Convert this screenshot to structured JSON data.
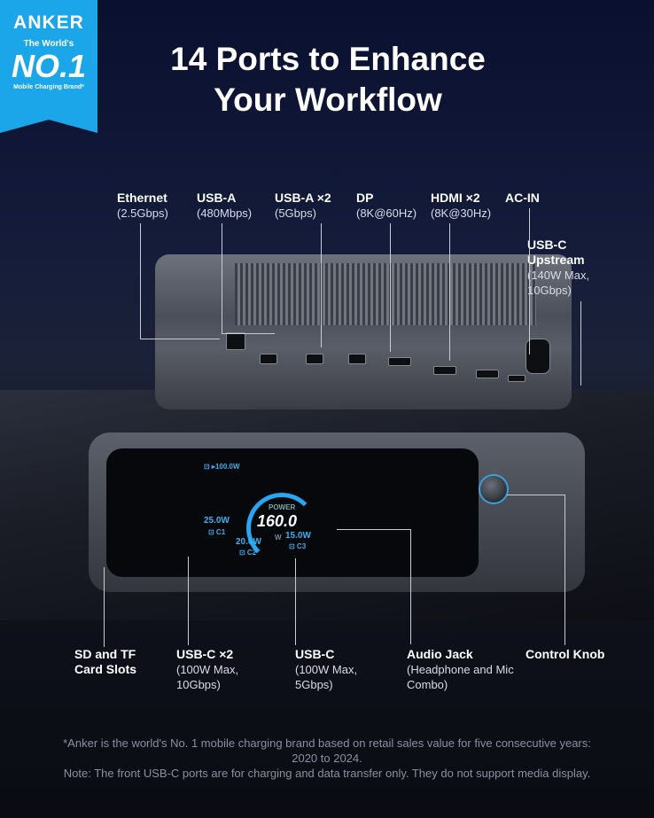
{
  "badge": {
    "logo": "ANKER",
    "subtitle": "The World's",
    "rank": "NO.1",
    "caption": "Mobile Charging Brand*",
    "color": "#1aa6e8"
  },
  "title": {
    "line1": "14 Ports to Enhance",
    "line2": "Your Workflow"
  },
  "rear_ports": [
    {
      "name": "Ethernet",
      "spec": "(2.5Gbps)"
    },
    {
      "name": "USB-A",
      "spec": "(480Mbps)"
    },
    {
      "name": "USB-A ×2",
      "spec": "(5Gbps)"
    },
    {
      "name": "DP",
      "spec": "(8K@60Hz)"
    },
    {
      "name": "HDMI ×2",
      "spec": "(8K@30Hz)"
    },
    {
      "name": "AC-IN",
      "spec": ""
    },
    {
      "name": "USB-C Upstream",
      "spec": "(140W Max, 10Gbps)"
    }
  ],
  "front_ports": [
    {
      "name": "SD and TF Card Slots",
      "spec": ""
    },
    {
      "name": "USB-C ×2",
      "spec": "(100W Max, 10Gbps)"
    },
    {
      "name": "USB-C",
      "spec": "(100W Max, 5Gbps)"
    },
    {
      "name": "Audio Jack",
      "spec": "(Headphone and Mic Combo)"
    },
    {
      "name": "Control Knob",
      "spec": ""
    }
  ],
  "display": {
    "upstream": "⊡ ▸100.0W",
    "power_label": "POWER",
    "power": "160.0",
    "unit": "W",
    "c1": "25.0W",
    "c1_label": "⊡ C1",
    "c2": "20.0W",
    "c2_label": "⊡ C2",
    "c3": "15.0W",
    "c3_label": "⊡ C3"
  },
  "footnote": {
    "line1": "*Anker is the world's No. 1 mobile charging brand based on retail sales value for five consecutive years: 2020 to 2024.",
    "line2": "Note: The front USB-C ports are for charging and data transfer only. They do not support media display."
  }
}
